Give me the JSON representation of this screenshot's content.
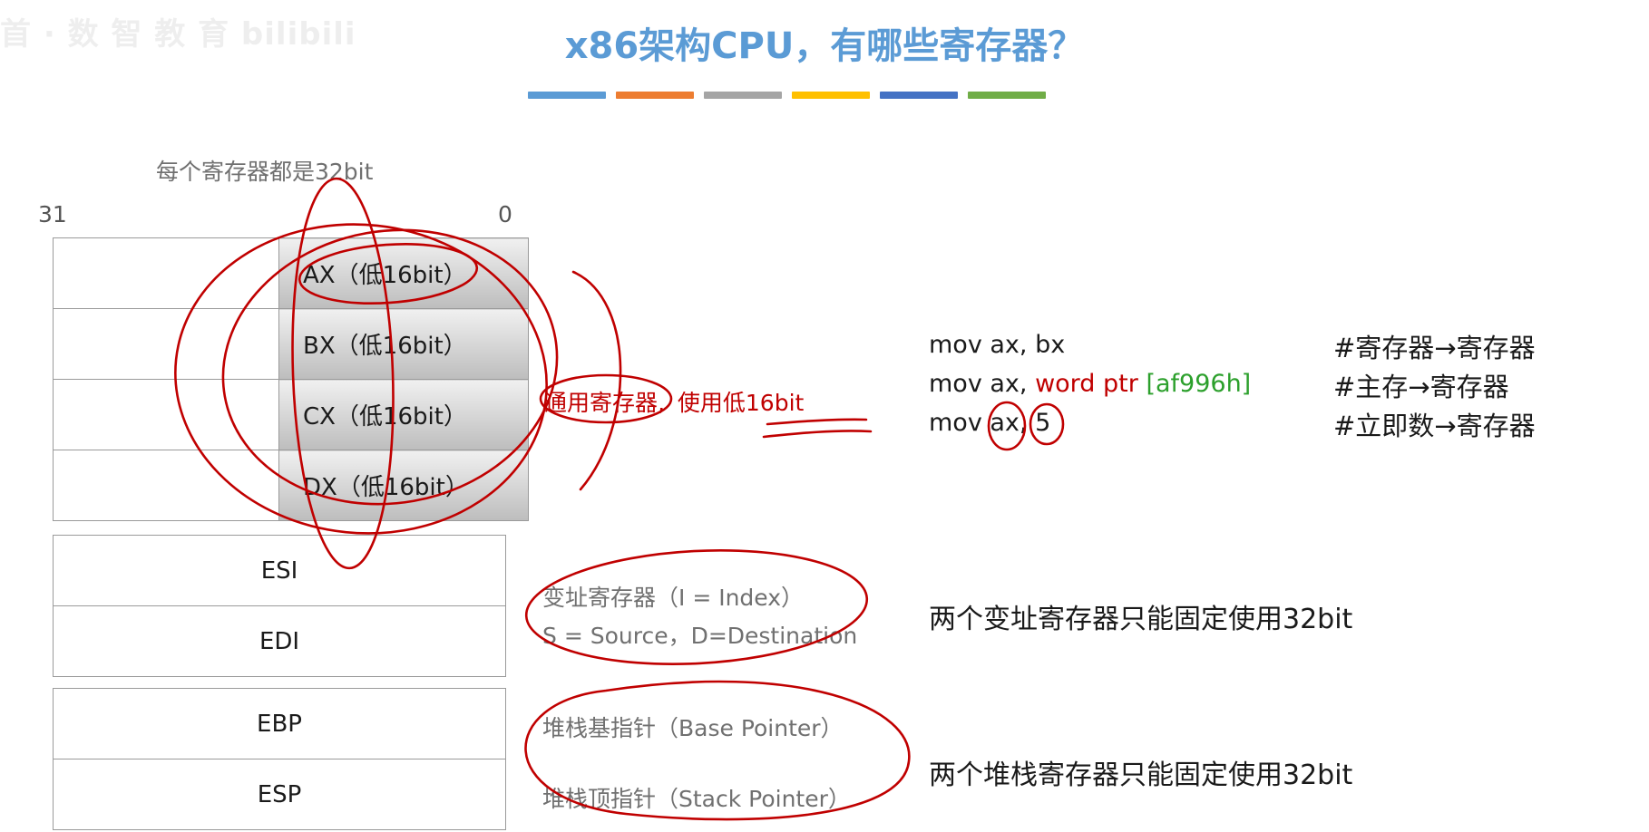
{
  "watermark": {
    "text": "首 · 数 智 教 育  bilibili"
  },
  "title": "x86架构CPU，有哪些寄存器？",
  "color_bars": [
    "#5b9bd5",
    "#ed7d31",
    "#a5a5a5",
    "#ffc000",
    "#4472c4",
    "#70ad47"
  ],
  "register_diagram": {
    "subtitle": "每个寄存器都是32bit",
    "bit_high": "31",
    "bit_low": "0",
    "general_registers": [
      "AX（低16bit）",
      "BX（低16bit）",
      "CX（低16bit）",
      "DX（低16bit）"
    ],
    "index_registers": [
      "ESI",
      "EDI"
    ],
    "stack_registers": [
      "EBP",
      "ESP"
    ]
  },
  "general_note": {
    "part1": "通用寄存器,",
    "part2": "使用低16bit"
  },
  "code": [
    {
      "op": "mov ax, bx",
      "comment": "#寄存器→寄存器"
    },
    {
      "op_prefix": "mov ax, ",
      "op_red": "word ptr",
      "op_green": "[af996h]",
      "comment": "#主存→寄存器"
    },
    {
      "op": "mov ax, 5",
      "comment": "#立即数→寄存器"
    }
  ],
  "index_desc": {
    "line1": "变址寄存器（I = Index）",
    "line2": "S = Source，D=Destination"
  },
  "index_note": "两个变址寄存器只能固定使用32bit",
  "stack_desc": {
    "line1": "堆栈基指针（Base Pointer）",
    "line2": "堆栈顶指针（Stack Pointer）"
  },
  "stack_note": "两个堆栈寄存器只能固定使用32bit",
  "colors": {
    "title": "#5b9bd5",
    "annotation_red": "#c00000",
    "operand_green": "#2ca02c"
  }
}
